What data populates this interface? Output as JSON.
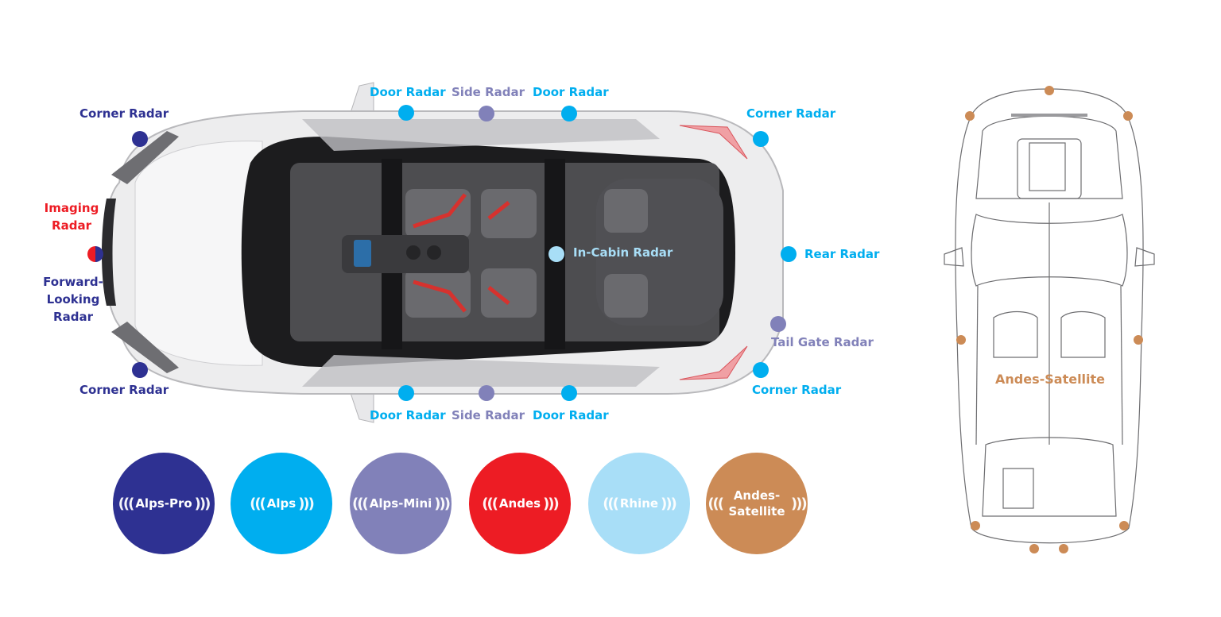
{
  "colors": {
    "alps_pro": "#2E3192",
    "alps": "#00AEEF",
    "alps_mini": "#8181B9",
    "andes": "#ED1C24",
    "rhine": "#A8DEF7",
    "andes_satellite": "#CC8B56"
  },
  "car_labels": {
    "corner_radar_front_top": "Corner Radar",
    "corner_radar_front_bottom": "Corner Radar",
    "imaging_radar": "Imaging Radar",
    "forward_looking_radar": "Forward-Looking Radar",
    "door_radar_top_left": "Door Radar",
    "side_radar_top": "Side Radar",
    "door_radar_top_right": "Door Radar",
    "corner_radar_rear_top": "Corner Radar",
    "in_cabin_radar": "In-Cabin Radar",
    "rear_radar": "Rear Radar",
    "tail_gate_radar": "Tail Gate Radar",
    "corner_radar_rear_bottom": "Corner Radar",
    "door_radar_bottom_left": "Door Radar",
    "side_radar_bottom": "Side Radar",
    "door_radar_bottom_right": "Door Radar"
  },
  "satellite_label": "Andes-Satellite",
  "legend": [
    {
      "label": "Alps-Pro",
      "color": "#2E3192",
      "icon": "radar-waves-icon"
    },
    {
      "label": "Alps",
      "color": "#00AEEF",
      "icon": "radar-waves-icon"
    },
    {
      "label": "Alps-Mini",
      "color": "#8181B9",
      "icon": "radar-waves-icon"
    },
    {
      "label": "Andes",
      "color": "#ED1C24",
      "icon": "radar-waves-icon"
    },
    {
      "label": "Rhine",
      "color": "#A8DEF7",
      "icon": "radar-waves-icon"
    },
    {
      "label": "Andes-Satellite",
      "color": "#CC8B56",
      "icon": "radar-waves-icon"
    }
  ]
}
